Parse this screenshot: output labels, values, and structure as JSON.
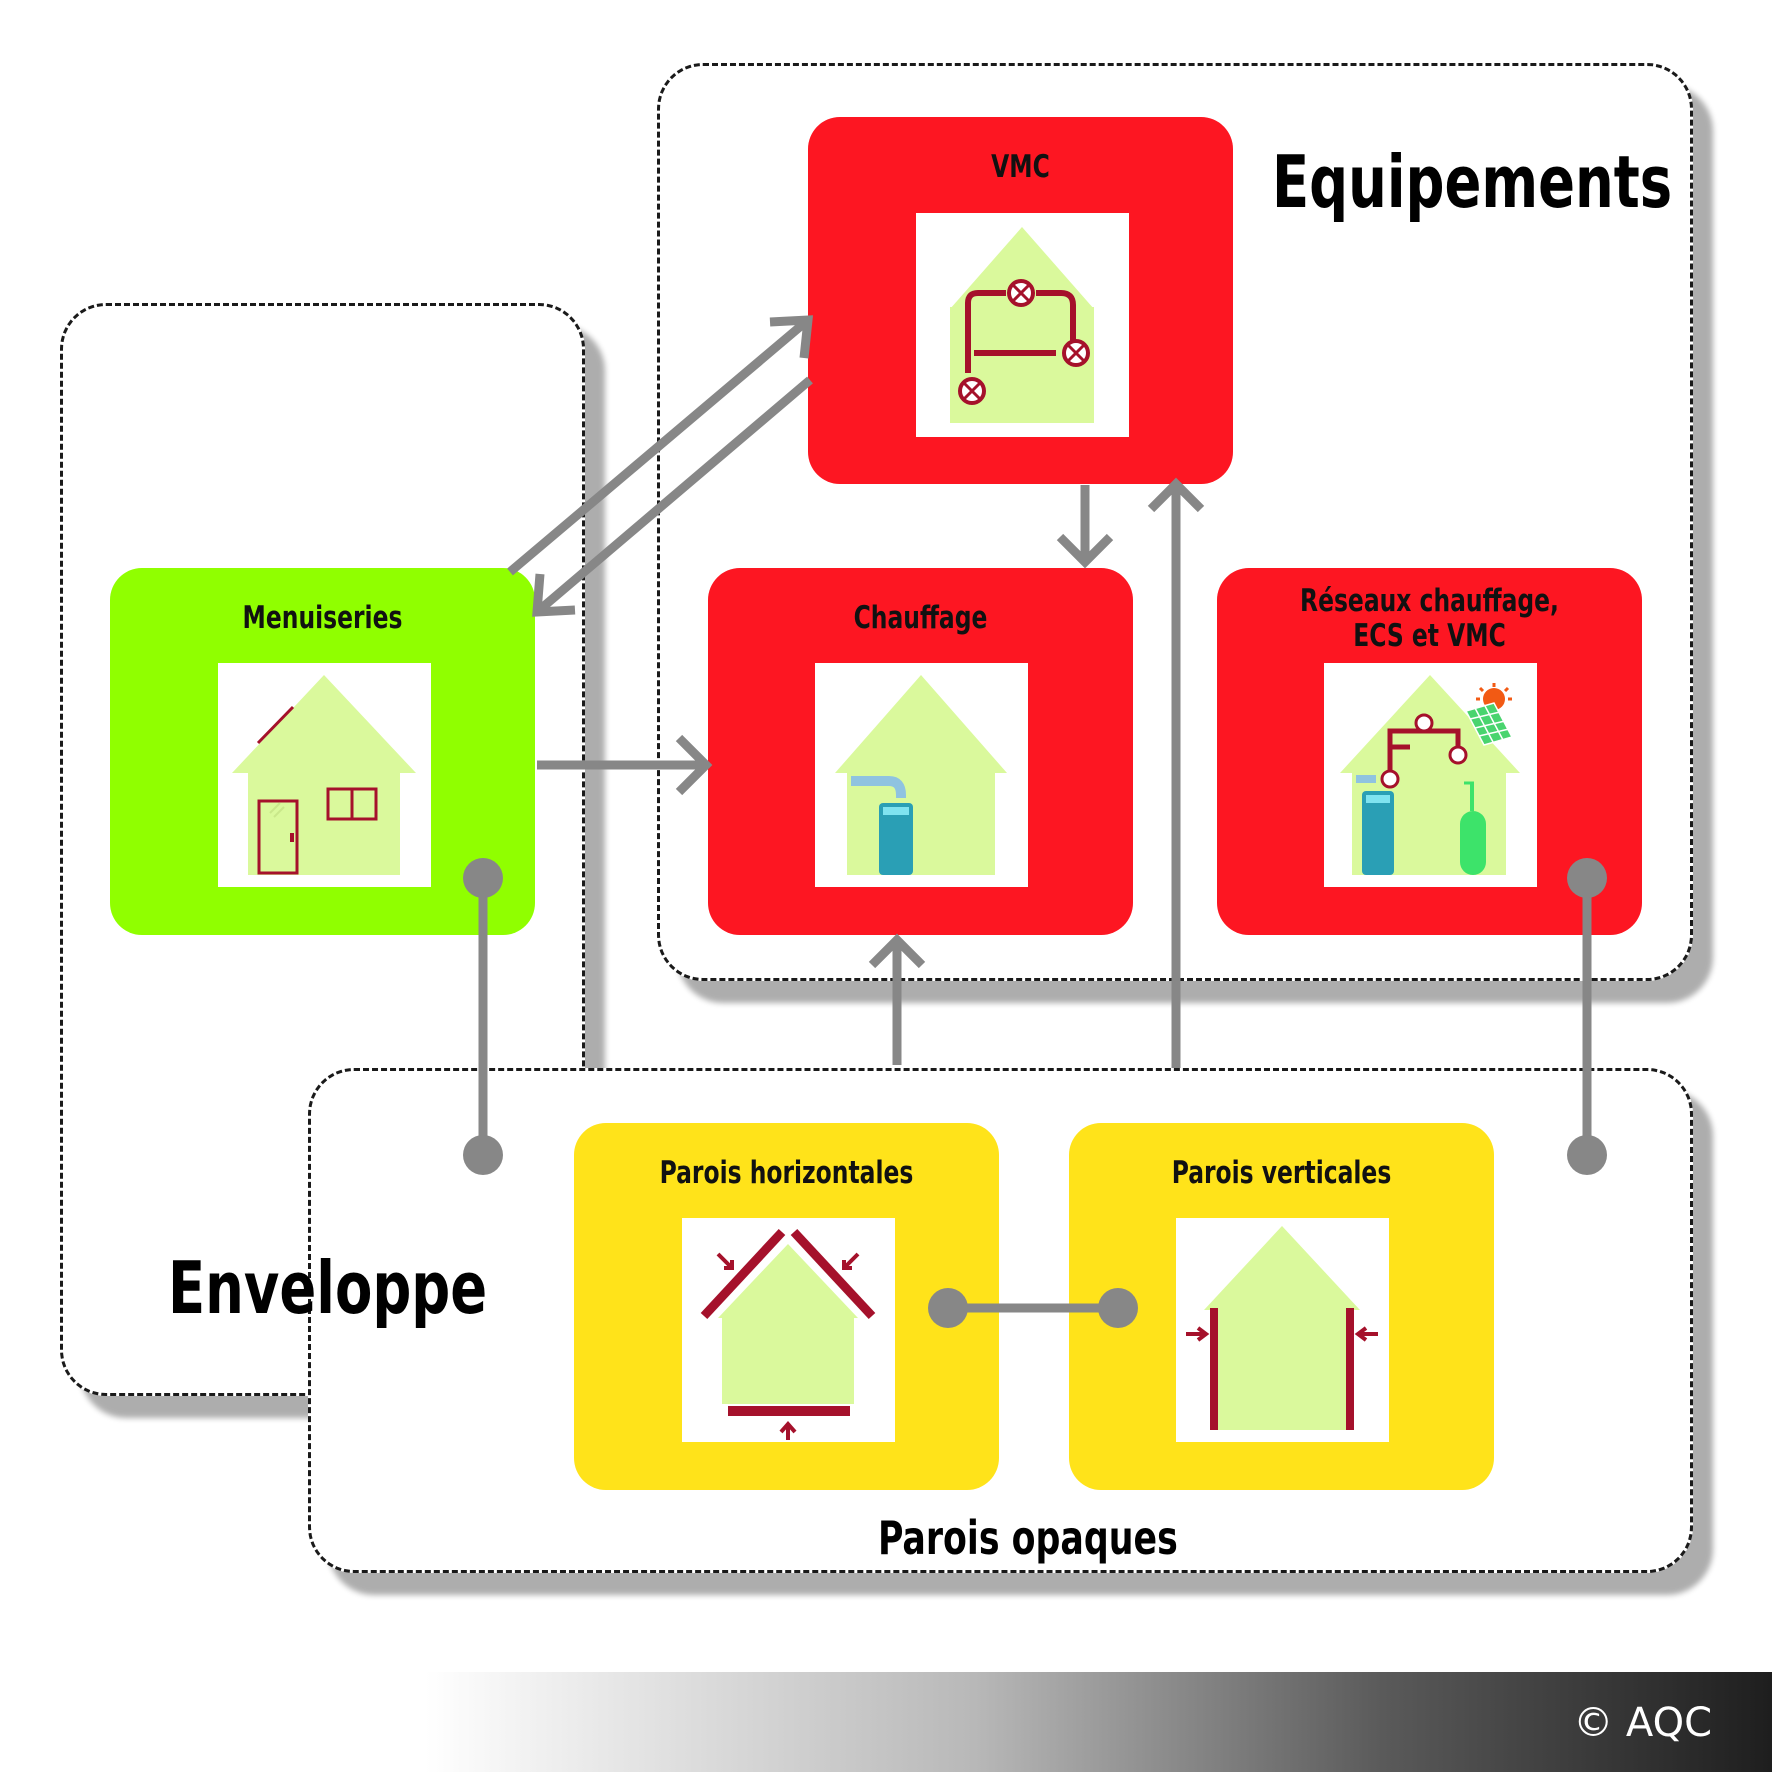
{
  "groups": {
    "equipements": "Equipements",
    "enveloppe": "Enveloppe",
    "parois_opaques": "Parois opaques"
  },
  "cards": {
    "vmc": "VMC",
    "menuiseries": "Menuiseries",
    "chauffage": "Chauffage",
    "reseaux_line1": "Réseaux chauffage,",
    "reseaux_line2": "ECS et VMC",
    "parois_horizontales": "Parois horizontales",
    "parois_verticales": "Parois verticales"
  },
  "copyright": "© AQC",
  "colors": {
    "equipment_red": "#fd1622",
    "menuiseries_green": "#90ff00",
    "parois_yellow": "#ffe31a",
    "house_fill": "#daf99c",
    "connector_gray": "#878787",
    "pipe_red": "#a5112b",
    "tank_teal": "#2a9fb5",
    "tank_green": "#3de36a"
  },
  "icons": {
    "vmc": "house-ventilation-icon",
    "menuiseries": "house-door-window-icon",
    "chauffage": "house-boiler-icon",
    "reseaux": "house-networks-solar-icon",
    "parois_horizontales": "house-roof-floor-insulation-icon",
    "parois_verticales": "house-wall-insulation-icon"
  }
}
